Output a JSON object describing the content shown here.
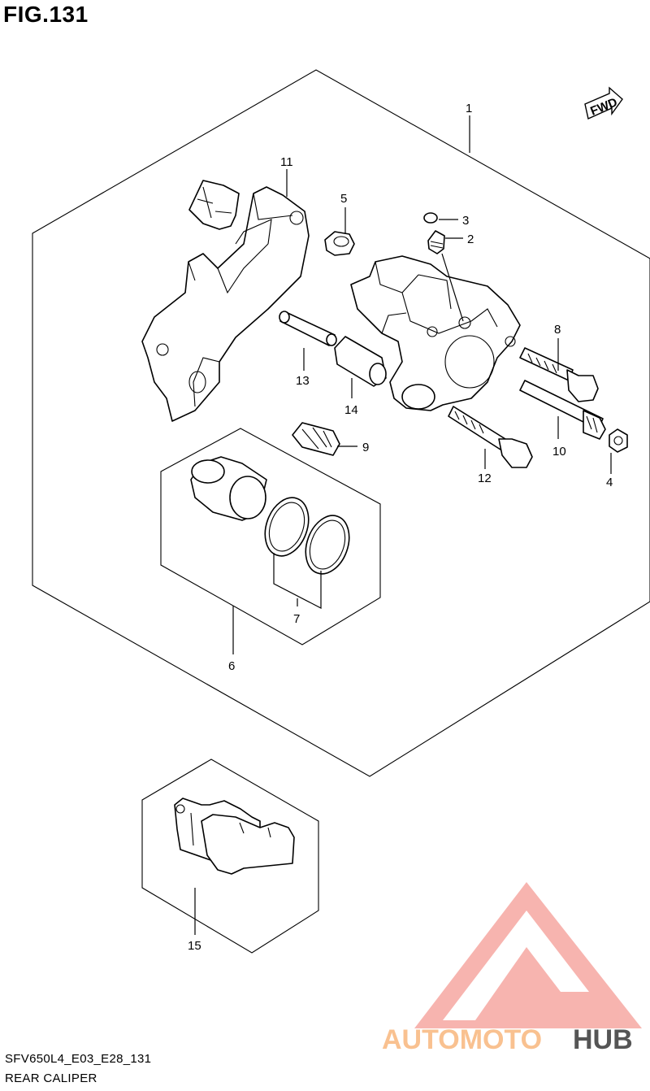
{
  "figure": {
    "title": "FIG.131"
  },
  "fwd_label": "FWD",
  "callouts": [
    "1",
    "2",
    "3",
    "4",
    "5",
    "6",
    "7",
    "8",
    "9",
    "10",
    "11",
    "12",
    "13",
    "14",
    "15"
  ],
  "footer": {
    "code": "SFV650L4_E03_E28_131",
    "name": "REAR CALIPER"
  },
  "watermark": {
    "part1": "AUTOMOTO",
    "part2": "HUB",
    "accent_color": "#f4a09a",
    "text_color": "#f9c190",
    "hub_color": "#555555"
  }
}
